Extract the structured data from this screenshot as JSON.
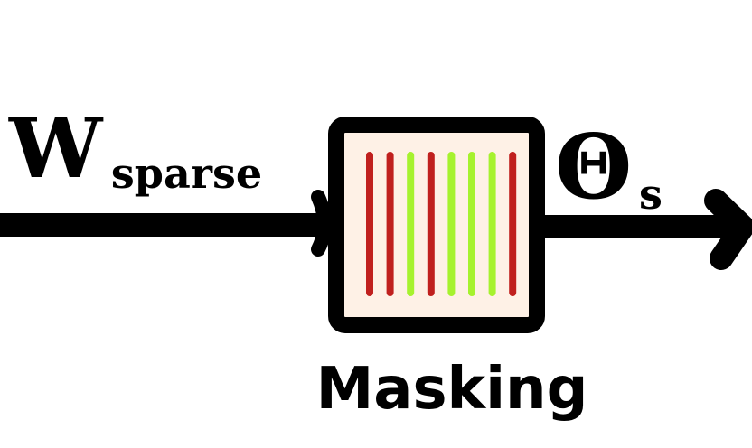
{
  "input_label": {
    "symbol": "W",
    "subscript": "sparse"
  },
  "output_label": {
    "symbol": "Θ",
    "subscript": "s"
  },
  "block": {
    "caption": "Masking",
    "fill_color": "#FEF1E6",
    "border_color": "#000000",
    "stripes": [
      {
        "color": "#C0201E"
      },
      {
        "color": "#C0201E"
      },
      {
        "color": "#A6F22E"
      },
      {
        "color": "#C0201E"
      },
      {
        "color": "#A6F22E"
      },
      {
        "color": "#A6F22E"
      },
      {
        "color": "#A6F22E"
      },
      {
        "color": "#C0201E"
      }
    ]
  },
  "arrow_color": "#000000"
}
